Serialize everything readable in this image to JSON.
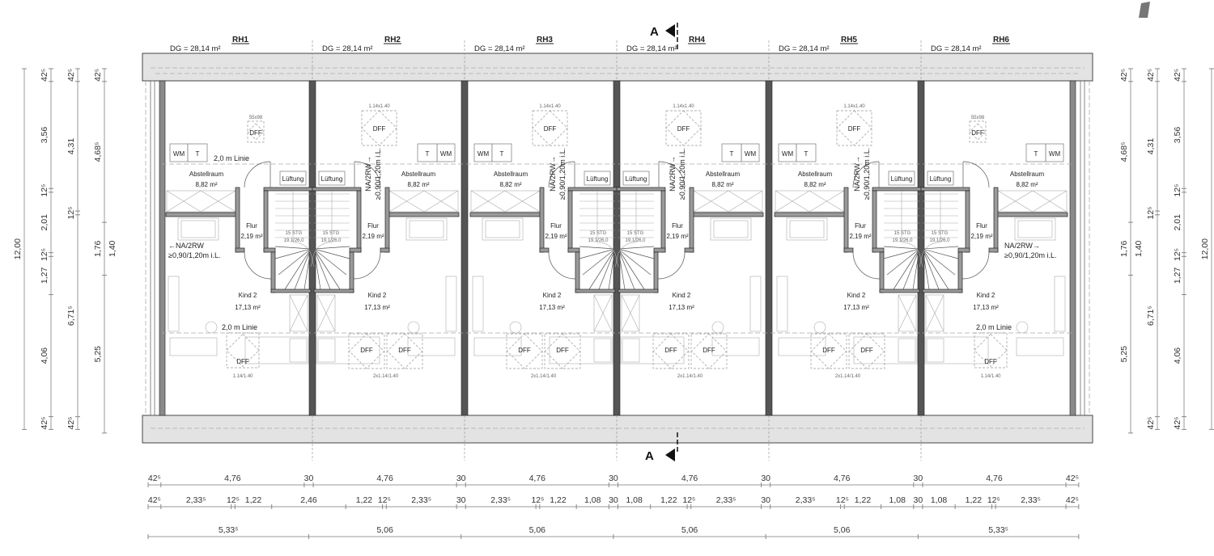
{
  "section_marker": {
    "label": "A"
  },
  "units": [
    {
      "label": "RH1",
      "dg": "DG = 28,14 m²",
      "mirrored": false,
      "wm": "WM",
      "t": "T",
      "abstell_name": "Abstellraum",
      "abstell_area": "8,82 m²",
      "flur_name": "Flur",
      "flur_area": "2,19 m²",
      "kind_name": "Kind 2",
      "kind_area": "17,13 m²",
      "luftung": "Lüftung",
      "stairs": "15 STG",
      "stairs_ratio": "19,1/26,0",
      "line_top": "2,0 m Linie",
      "line_bottom": "2,0 m Linie",
      "dff_top": {
        "label": "DFF",
        "size": "55x98",
        "type": "small"
      },
      "dff_bottom": {
        "label": "DFF",
        "size": "1.14/1.40",
        "count": 1
      },
      "na": {
        "orientation": "horizontal",
        "line1": "←NA/2RW",
        "line2": "≥0,90/1,20m i.L."
      }
    },
    {
      "label": "RH2",
      "dg": "DG = 28,14 m²",
      "mirrored": true,
      "wm": "WM",
      "t": "T",
      "abstell_name": "Abstellraum",
      "abstell_area": "8,82 m²",
      "flur_name": "Flur",
      "flur_area": "2,19 m²",
      "kind_name": "Kind 2",
      "kind_area": "17,13 m²",
      "luftung": "Lüftung",
      "stairs": "15 STG",
      "stairs_ratio": "19,1/26,0",
      "dff_top": {
        "label": "DFF",
        "size": "1.14x1.40",
        "type": "large"
      },
      "dff_bottom": {
        "label": "DFF",
        "size": "2x1.14/1.40",
        "count": 2
      },
      "na": {
        "orientation": "vertical",
        "line1": "NA/2RW→",
        "line2": "≥0,90/1,20m i.L."
      }
    },
    {
      "label": "RH3",
      "dg": "DG = 28,14 m²",
      "mirrored": false,
      "wm": "WM",
      "t": "T",
      "abstell_name": "Abstellraum",
      "abstell_area": "8,82 m²",
      "flur_name": "Flur",
      "flur_area": "2,19 m²",
      "kind_name": "Kind 2",
      "kind_area": "17,13 m²",
      "luftung": "Lüftung",
      "stairs": "15 STG",
      "stairs_ratio": "19,1/26,0",
      "dff_top": {
        "label": "DFF",
        "size": "1.14x1.40",
        "type": "large"
      },
      "dff_bottom": {
        "label": "DFF",
        "size": "2x1.14/1.40",
        "count": 2
      },
      "na": {
        "orientation": "vertical",
        "line1": "NA/2RW→",
        "line2": "≥0,90/1,20m i.L."
      }
    },
    {
      "label": "RH4",
      "dg": "DG = 28,14 m²",
      "mirrored": true,
      "wm": "WM",
      "t": "T",
      "abstell_name": "Abstellraum",
      "abstell_area": "8,82 m²",
      "flur_name": "Flur",
      "flur_area": "2,19 m²",
      "kind_name": "Kind 2",
      "kind_area": "17,13 m²",
      "luftung": "Lüftung",
      "stairs": "15 STG",
      "stairs_ratio": "19,1/26,0",
      "dff_top": {
        "label": "DFF",
        "size": "1.14x1.40",
        "type": "large"
      },
      "dff_bottom": {
        "label": "DFF",
        "size": "2x1.14/1.40",
        "count": 2
      },
      "na": {
        "orientation": "vertical",
        "line1": "NA/2RW→",
        "line2": "≥0,90/1,20m i.L."
      }
    },
    {
      "label": "RH5",
      "dg": "DG = 28,14 m²",
      "mirrored": false,
      "wm": "WM",
      "t": "T",
      "abstell_name": "Abstellraum",
      "abstell_area": "8,82 m²",
      "flur_name": "Flur",
      "flur_area": "2,19 m²",
      "kind_name": "Kind 2",
      "kind_area": "17,13 m²",
      "luftung": "Lüftung",
      "stairs": "15 STG",
      "stairs_ratio": "19,1/26,0",
      "dff_top": {
        "label": "DFF",
        "size": "1.14x1.40",
        "type": "large"
      },
      "dff_bottom": {
        "label": "DFF",
        "size": "2x1.14/1.40",
        "count": 2
      },
      "na": {
        "orientation": "vertical",
        "line1": "NA/2RW→",
        "line2": "≥0,90/1,20m i.L."
      }
    },
    {
      "label": "RH6",
      "dg": "DG = 28,14 m²",
      "mirrored": true,
      "wm": "WM",
      "t": "T",
      "abstell_name": "Abstellraum",
      "abstell_area": "8,82 m²",
      "flur_name": "Flur",
      "flur_area": "2,19 m²",
      "kind_name": "Kind 2",
      "kind_area": "17,13 m²",
      "luftung": "Lüftung",
      "stairs": "15 STG",
      "stairs_ratio": "19,1/26,0",
      "line_bottom": "2,0 m Linie",
      "dff_top": {
        "label": "DFF",
        "size": "55x98",
        "type": "small"
      },
      "dff_bottom": {
        "label": "DFF",
        "size": "1.14/1.40",
        "count": 1
      },
      "na": {
        "orientation": "horizontal",
        "line1": "NA/2RW→",
        "line2": "≥0,90/1,20m i.L."
      }
    }
  ],
  "dimensions": {
    "horizontal": [
      [
        {
          "cm": 42.5,
          "label": "42⁵"
        },
        {
          "cm": 476,
          "label": "4,76"
        },
        {
          "cm": 30,
          "label": "30"
        },
        {
          "cm": 476,
          "label": "4,76"
        },
        {
          "cm": 30,
          "label": "30"
        },
        {
          "cm": 476,
          "label": "4,76"
        },
        {
          "cm": 30,
          "label": "30"
        },
        {
          "cm": 476,
          "label": "4,76"
        },
        {
          "cm": 30,
          "label": "30"
        },
        {
          "cm": 476,
          "label": "4,76"
        },
        {
          "cm": 30,
          "label": "30"
        },
        {
          "cm": 476,
          "label": "4,76"
        },
        {
          "cm": 42.5,
          "label": "42⁵"
        }
      ],
      [
        {
          "cm": 42.5,
          "label": "42⁵"
        },
        {
          "cm": 233.5,
          "label": "2,33⁵"
        },
        {
          "cm": 12.5,
          "label": "12⁵"
        },
        {
          "cm": 122,
          "label": "1,22"
        },
        {
          "cm": 246,
          "label": "2,46"
        },
        {
          "cm": 122,
          "label": "1,22"
        },
        {
          "cm": 12.5,
          "label": "12⁵"
        },
        {
          "cm": 233.5,
          "label": "2,33⁵"
        },
        {
          "cm": 30,
          "label": "30"
        },
        {
          "cm": 233.5,
          "label": "2,33⁵"
        },
        {
          "cm": 12.5,
          "label": "12⁵"
        },
        {
          "cm": 122,
          "label": "1,22"
        },
        {
          "cm": 108,
          "label": "1,08"
        },
        {
          "cm": 30,
          "label": "30"
        },
        {
          "cm": 108,
          "label": "1,08"
        },
        {
          "cm": 122,
          "label": "1,22"
        },
        {
          "cm": 12.5,
          "label": "12⁵"
        },
        {
          "cm": 233.5,
          "label": "2,33⁵"
        },
        {
          "cm": 30,
          "label": "30"
        },
        {
          "cm": 233.5,
          "label": "2,33⁵"
        },
        {
          "cm": 12.5,
          "label": "12⁵"
        },
        {
          "cm": 122,
          "label": "1,22"
        },
        {
          "cm": 108,
          "label": "1,08"
        },
        {
          "cm": 30,
          "label": "30"
        },
        {
          "cm": 108,
          "label": "1,08"
        },
        {
          "cm": 122,
          "label": "1,22"
        },
        {
          "cm": 12.5,
          "label": "12⁵"
        },
        {
          "cm": 233.5,
          "label": "2,33⁵"
        },
        {
          "cm": 42.5,
          "label": "42⁵"
        }
      ],
      [
        {
          "cm": 533.5,
          "label": "5,33⁵"
        },
        {
          "cm": 506,
          "label": "5,06"
        },
        {
          "cm": 506,
          "label": "5,06"
        },
        {
          "cm": 506,
          "label": "5,06"
        },
        {
          "cm": 506,
          "label": "5,06"
        },
        {
          "cm": 533.5,
          "label": "5,33⁵"
        }
      ]
    ],
    "vertical_left": [
      [
        {
          "cm": 1200,
          "label": "12,00"
        }
      ],
      [
        {
          "cm": 42.5,
          "label": "42⁵"
        },
        {
          "cm": 356,
          "label": "3,56"
        },
        {
          "cm": 12.5,
          "label": "12⁵"
        },
        {
          "cm": 201,
          "label": "2,01"
        },
        {
          "cm": 12.5,
          "label": "12⁵"
        },
        {
          "cm": 127,
          "label": "1,27"
        },
        {
          "cm": 406,
          "label": "4,06"
        },
        {
          "cm": 42.5,
          "label": "42⁵"
        }
      ],
      [
        {
          "cm": 42.5,
          "label": "42⁵"
        },
        {
          "cm": 431,
          "label": "4,31"
        },
        {
          "cm": 12.5,
          "label": "12⁵"
        },
        {
          "cm": 671.5,
          "label": "6,71⁵"
        },
        {
          "cm": 42.5,
          "label": "42⁵"
        }
      ],
      [
        {
          "cm": 42.5,
          "label": "42⁵"
        },
        {
          "cm": 468.5,
          "label": "4,68⁵"
        },
        {
          "cm": 176,
          "label": "1,76",
          "sub": "1,40"
        },
        {
          "cm": 525,
          "label": "5,25"
        }
      ]
    ],
    "vertical_right": [
      [
        {
          "cm": 42.5,
          "label": "42⁵"
        },
        {
          "cm": 468.5,
          "label": "4,68⁵"
        },
        {
          "cm": 176,
          "label": "1,76",
          "sub": "1,40"
        },
        {
          "cm": 525,
          "label": "5,25"
        }
      ],
      [
        {
          "cm": 42.5,
          "label": "42⁵"
        },
        {
          "cm": 431,
          "label": "4,31"
        },
        {
          "cm": 12.5,
          "label": "12⁵"
        },
        {
          "cm": 671.5,
          "label": "6,71⁵"
        },
        {
          "cm": 42.5,
          "label": "42⁵"
        }
      ],
      [
        {
          "cm": 42.5,
          "label": "42⁵"
        },
        {
          "cm": 356,
          "label": "3,56"
        },
        {
          "cm": 12.5,
          "label": "12⁵"
        },
        {
          "cm": 201,
          "label": "2,01"
        },
        {
          "cm": 12.5,
          "label": "12⁵"
        },
        {
          "cm": 127,
          "label": "1,27"
        },
        {
          "cm": 406,
          "label": "4,06"
        },
        {
          "cm": 42.5,
          "label": "42⁵"
        }
      ],
      [
        {
          "cm": 1200,
          "label": "12,00"
        }
      ]
    ]
  },
  "colors": {
    "roof": "#e3e3e3",
    "party_wall": "#555555",
    "wall": "#9a9a9a"
  }
}
